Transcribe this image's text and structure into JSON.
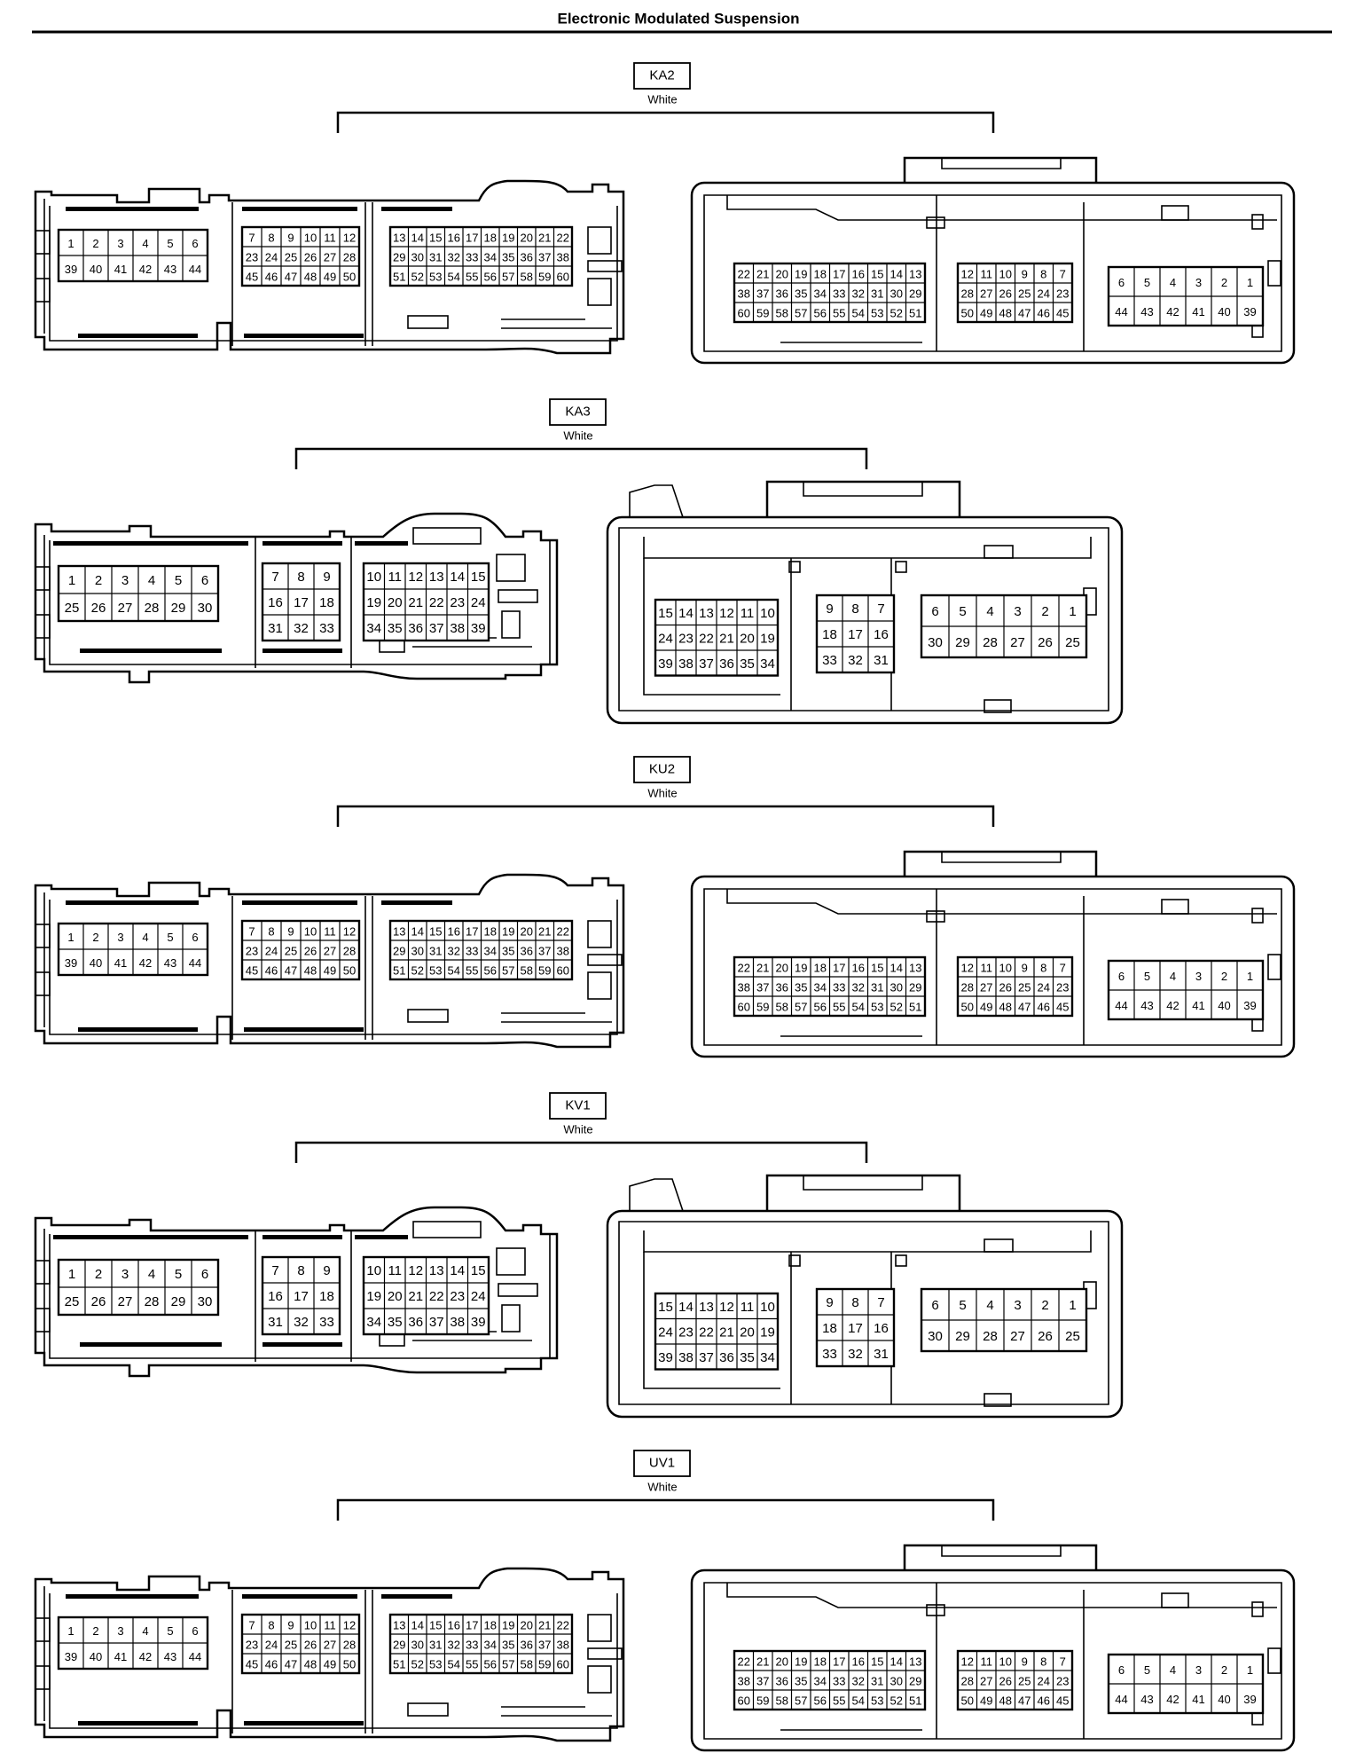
{
  "title": "Electronic Modulated Suspension",
  "connectors": [
    {
      "id": "KA2",
      "color": "White",
      "variant": "A"
    },
    {
      "id": "KA3",
      "color": "White",
      "variant": "B"
    },
    {
      "id": "KU2",
      "color": "White",
      "variant": "A"
    },
    {
      "id": "KV1",
      "color": "White",
      "variant": "B"
    },
    {
      "id": "UV1",
      "color": "White",
      "variant": "A"
    }
  ],
  "variants": {
    "A": {
      "left": [
        [
          [
            1,
            2,
            3,
            4,
            5,
            6
          ],
          [
            39,
            40,
            41,
            42,
            43,
            44
          ]
        ],
        [
          [
            7,
            8,
            9,
            10,
            11,
            12
          ],
          [
            23,
            24,
            25,
            26,
            27,
            28
          ],
          [
            45,
            46,
            47,
            48,
            49,
            50
          ]
        ],
        [
          [
            13,
            14,
            15,
            16,
            17,
            18,
            19,
            20,
            21,
            22
          ],
          [
            29,
            30,
            31,
            32,
            33,
            34,
            35,
            36,
            37,
            38
          ],
          [
            51,
            52,
            53,
            54,
            55,
            56,
            57,
            58,
            59,
            60
          ]
        ]
      ],
      "right": [
        [
          [
            22,
            21,
            20,
            19,
            18,
            17,
            16,
            15,
            14,
            13
          ],
          [
            38,
            37,
            36,
            35,
            34,
            33,
            32,
            31,
            30,
            29
          ],
          [
            60,
            59,
            58,
            57,
            56,
            55,
            54,
            53,
            52,
            51
          ]
        ],
        [
          [
            12,
            11,
            10,
            9,
            8,
            7
          ],
          [
            28,
            27,
            26,
            25,
            24,
            23
          ],
          [
            50,
            49,
            48,
            47,
            46,
            45
          ]
        ],
        [
          [
            6,
            5,
            4,
            3,
            2,
            1
          ],
          [
            44,
            43,
            42,
            41,
            40,
            39
          ]
        ]
      ]
    },
    "B": {
      "left": [
        [
          [
            1,
            2,
            3,
            4,
            5,
            6
          ],
          [
            25,
            26,
            27,
            28,
            29,
            30
          ]
        ],
        [
          [
            7,
            8,
            9
          ],
          [
            16,
            17,
            18
          ],
          [
            31,
            32,
            33
          ]
        ],
        [
          [
            10,
            11,
            12,
            13,
            14,
            15
          ],
          [
            19,
            20,
            21,
            22,
            23,
            24
          ],
          [
            34,
            35,
            36,
            37,
            38,
            39
          ]
        ]
      ],
      "right": [
        [
          [
            15,
            14,
            13,
            12,
            11,
            10
          ],
          [
            24,
            23,
            22,
            21,
            20,
            19
          ],
          [
            39,
            38,
            37,
            36,
            35,
            34
          ]
        ],
        [
          [
            9,
            8,
            7
          ],
          [
            18,
            17,
            16
          ],
          [
            33,
            32,
            31
          ]
        ],
        [
          [
            6,
            5,
            4,
            3,
            2,
            1
          ],
          [
            30,
            29,
            28,
            27,
            26,
            25
          ]
        ]
      ]
    }
  }
}
